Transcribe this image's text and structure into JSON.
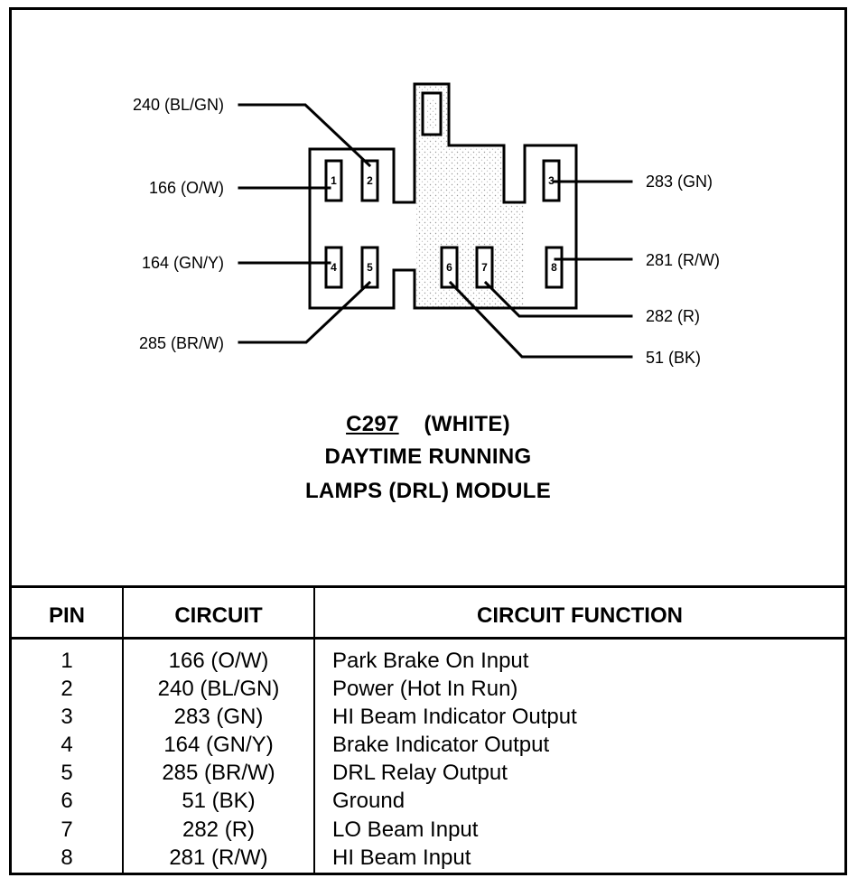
{
  "connector": {
    "id": "C297",
    "color": "(WHITE)",
    "name_line1": "DAYTIME RUNNING",
    "name_line2": "LAMPS (DRL) MODULE",
    "pins": [
      {
        "pin": "1",
        "label": "166 (O/W)"
      },
      {
        "pin": "2",
        "label": "240 (BL/GN)"
      },
      {
        "pin": "3",
        "label": "283 (GN)"
      },
      {
        "pin": "4",
        "label": "164 (GN/Y)"
      },
      {
        "pin": "5",
        "label": "285 (BR/W)"
      },
      {
        "pin": "6",
        "label": "51 (BK)"
      },
      {
        "pin": "7",
        "label": "282 (R)"
      },
      {
        "pin": "8",
        "label": "281 (R/W)"
      }
    ]
  },
  "table": {
    "headers": {
      "pin": "PIN",
      "circuit": "CIRCUIT",
      "function": "CIRCUIT FUNCTION"
    },
    "rows": [
      {
        "pin": "1",
        "circuit": "166 (O/W)",
        "function": "Park Brake On Input"
      },
      {
        "pin": "2",
        "circuit": "240 (BL/GN)",
        "function": "Power (Hot In Run)"
      },
      {
        "pin": "3",
        "circuit": "283 (GN)",
        "function": "HI Beam Indicator Output"
      },
      {
        "pin": "4",
        "circuit": "164 (GN/Y)",
        "function": "Brake Indicator Output"
      },
      {
        "pin": "5",
        "circuit": "285 (BR/W)",
        "function": "DRL Relay Output"
      },
      {
        "pin": "6",
        "circuit": "51 (BK)",
        "function": "Ground"
      },
      {
        "pin": "7",
        "circuit": "282 (R)",
        "function": "LO Beam Input"
      },
      {
        "pin": "8",
        "circuit": "281 (R/W)",
        "function": "HI Beam Input"
      }
    ]
  }
}
